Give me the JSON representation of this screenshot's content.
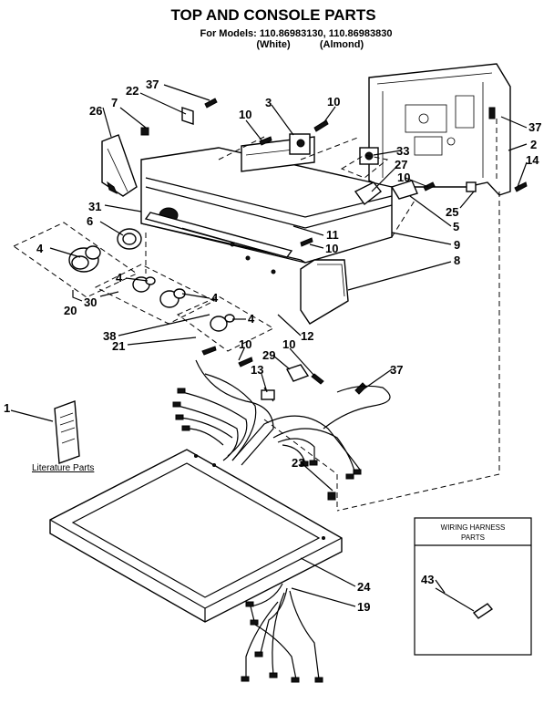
{
  "title": "TOP AND CONSOLE PARTS",
  "models_line": "For Models: 110.86983130, 110.86983830",
  "variant_white": "(White)",
  "variant_almond": "(Almond)",
  "literature_label": "Literature Parts",
  "harness_box_title_1": "WIRING HARNESS",
  "harness_box_title_2": "PARTS",
  "callouts": {
    "c37a": "37",
    "c22": "22",
    "c7": "7",
    "c26": "26",
    "c3": "3",
    "c10a": "10",
    "c10b": "10",
    "c37b": "37",
    "c2": "2",
    "c14": "14",
    "c33": "33",
    "c27": "27",
    "c10c": "10",
    "c25": "25",
    "c5": "5",
    "c31": "31",
    "c6": "6",
    "c4a": "4",
    "c11": "11",
    "c10d": "10",
    "c9": "9",
    "c8": "8",
    "c4b": "4",
    "c4c": "4",
    "c4d": "4",
    "c20": "20",
    "c30": "30",
    "c38": "38",
    "c12": "12",
    "c21": "21",
    "c10e": "10",
    "c10f": "10",
    "c29": "29",
    "c13": "13",
    "c37c": "37",
    "c1": "1",
    "c23": "23",
    "c24": "24",
    "c19": "19",
    "c43": "43"
  }
}
